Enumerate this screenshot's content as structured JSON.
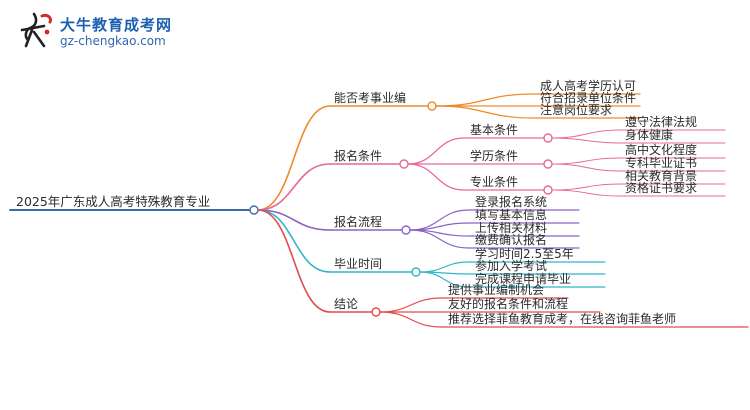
{
  "brand": {
    "title": "大牛教育成考网",
    "url": "gz-chengkao.com"
  },
  "root": "2025年广东成人高考特殊教育专业",
  "branches": [
    {
      "label": "能否考事业编",
      "color": "#ee8a2a",
      "children": [
        {
          "label": "成人高考学历认可",
          "children": []
        },
        {
          "label": "符合招录单位条件",
          "children": []
        },
        {
          "label": "注意岗位要求",
          "children": []
        }
      ]
    },
    {
      "label": "报名条件",
      "color": "#e7679a",
      "children": [
        {
          "label": "基本条件",
          "children": [
            "遵守法律法规",
            "身体健康"
          ]
        },
        {
          "label": "学历条件",
          "children": [
            "高中文化程度",
            "专科毕业证书"
          ]
        },
        {
          "label": "专业条件",
          "children": [
            "相关教育背景",
            "资格证书要求"
          ]
        }
      ]
    },
    {
      "label": "报名流程",
      "color": "#8a63c7",
      "children": [
        {
          "label": "登录报名系统",
          "children": []
        },
        {
          "label": "填写基本信息",
          "children": []
        },
        {
          "label": "上传相关材料",
          "children": []
        },
        {
          "label": "缴费确认报名",
          "children": []
        }
      ]
    },
    {
      "label": "毕业时间",
      "color": "#33b5c9",
      "children": [
        {
          "label": "学习时间2.5至5年",
          "children": []
        },
        {
          "label": "参加入学考试",
          "children": []
        },
        {
          "label": "完成课程申请毕业",
          "children": []
        }
      ]
    },
    {
      "label": "结论",
      "color": "#e34b4b",
      "children": [
        {
          "label": "提供事业编制机会",
          "children": []
        },
        {
          "label": "友好的报名条件和流程",
          "children": []
        },
        {
          "label": "推荐选择菲鱼教育成考，在线咨询菲鱼老师",
          "children": []
        }
      ]
    }
  ]
}
